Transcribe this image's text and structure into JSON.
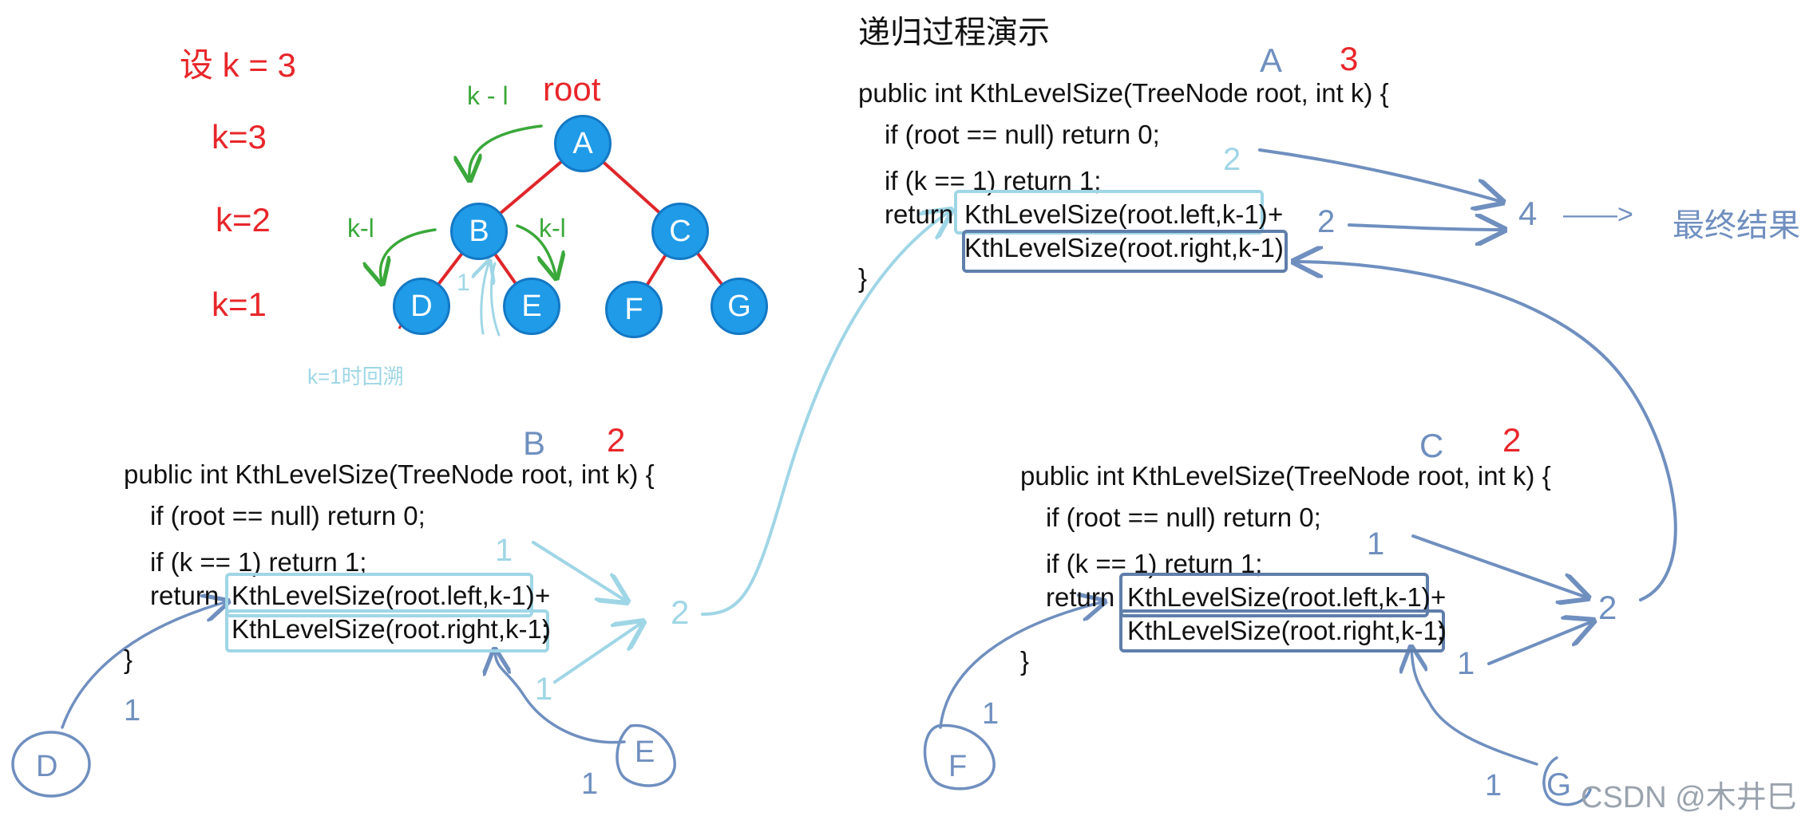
{
  "colors": {
    "red": "#e8262a",
    "green": "#3aa83a",
    "node_fill": "#1f9be8",
    "edge": "#e0262a",
    "dark_blue": "#6f8fbf",
    "light_blue": "#9fd6e6"
  },
  "title": "递归过程演示",
  "tree": {
    "set_k": "设 k = 3",
    "levels": [
      "k=3",
      "k=2",
      "k=1"
    ],
    "root_label": "root",
    "nodes": [
      "A",
      "B",
      "C",
      "D",
      "E",
      "F",
      "G"
    ],
    "k_minus_1_labels": [
      "k - l",
      "k-l",
      "k-l"
    ],
    "backtrack_one": "1",
    "backtrack_note": "k=1时回溯"
  },
  "frames": {
    "A": {
      "name": "A",
      "k": "3",
      "lines": [
        "public int KthLevelSize(TreeNode root, int k) {",
        "if (root == null) return 0;",
        "if (k == 1) return 1;",
        "return",
        "KthLevelSize(root.left,k-1)",
        "+",
        "KthLevelSize(root.right,k-1)",
        "}"
      ]
    },
    "B": {
      "name": "B",
      "k": "2",
      "lines": [
        "public int KthLevelSize(TreeNode root, int k) {",
        "if (root == null) return 0;",
        "if (k == 1) return 1;",
        "return",
        "KthLevelSize(root.left,k-1)",
        "+",
        "KthLevelSize(root.right,k-1)",
        ";",
        "}"
      ]
    },
    "C": {
      "name": "C",
      "k": "2",
      "lines": [
        "public int KthLevelSize(TreeNode root, int k) {",
        "if (root == null) return 0;",
        "if (k == 1) return 1;",
        "return",
        "KthLevelSize(root.left,k-1)",
        "+",
        "KthLevelSize(root.right,k-1)",
        ";",
        "}"
      ]
    }
  },
  "annotations": {
    "a_left": "2",
    "a_right": "2",
    "a_sum": "4",
    "final_arrow": "——>",
    "final_label": "最终结果",
    "b_left": "1",
    "b_right": "1",
    "b_sum": "2",
    "c_left": "1",
    "c_right": "1",
    "c_sum": "2",
    "leaf_D": "D",
    "leaf_D_val": "1",
    "leaf_E": "E",
    "leaf_E_val": "1",
    "leaf_F": "F",
    "leaf_F_val": "1",
    "leaf_G": "G",
    "leaf_G_val": "1"
  },
  "watermark": "CSDN @木井巳"
}
